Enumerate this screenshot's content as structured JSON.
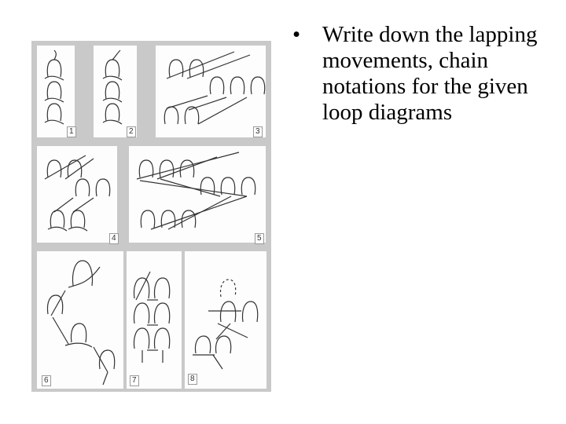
{
  "slide": {
    "bullet_symbol": "•",
    "bullet_text": "Write down the lapping movements, chain notations for the given loop diagrams"
  },
  "figure": {
    "panels": [
      {
        "label": "1"
      },
      {
        "label": "2"
      },
      {
        "label": "3"
      },
      {
        "label": "4"
      },
      {
        "label": "5"
      },
      {
        "label": "6"
      },
      {
        "label": "7"
      },
      {
        "label": "8"
      }
    ]
  }
}
